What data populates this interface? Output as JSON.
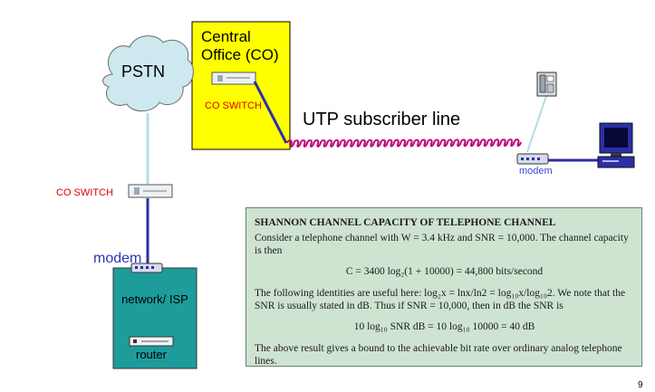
{
  "central_office": {
    "title": "Central Office (CO)",
    "switch_label": "CO SWITCH"
  },
  "pstn": {
    "label": "PSTN"
  },
  "subscriber_line": {
    "label": "UTP subscriber line"
  },
  "customer_side": {
    "modem_label": "modem"
  },
  "isp_side": {
    "switch_label": "CO SWITCH",
    "modem_label": "modem",
    "network_label": "network/ ISP",
    "router_label": "router"
  },
  "shannon_box": {
    "title": "SHANNON CHANNEL CAPACITY OF TELEPHONE CHANNEL",
    "intro": "Consider a telephone channel with W = 3.4 kHz and SNR = 10,000. The channel capacity is then",
    "equation": "C = 3400 log₂(1 + 10000) = 44,800 bits/second",
    "identities": "The following identities are useful here: log₂x = lnx/ln2 = log₁₀x/log₁₀2. We note that the SNR is usually stated in dB. Thus if SNR = 10,000, then in dB the SNR is",
    "db_equation": "10 log₁₀ SNR dB = 10 log₁₀ 10000 = 40 dB",
    "conclusion": "The above result gives a bound to the achievable bit rate over ordinary analog telephone lines."
  },
  "corner_mark": "9",
  "colors": {
    "central_office_fill": "#ffff00",
    "pstn_cloud": "#cde9ef",
    "line_blue": "#2b2fa6",
    "utp_line": "#c0007a",
    "isp_box": "#1e9c9c",
    "shannon_box_bg": "#cfe3d1",
    "label_red": "#e00000"
  },
  "icons": [
    "cloud-icon",
    "switch-icon",
    "phone-icon",
    "modem-icon",
    "computer-icon",
    "router-icon"
  ]
}
